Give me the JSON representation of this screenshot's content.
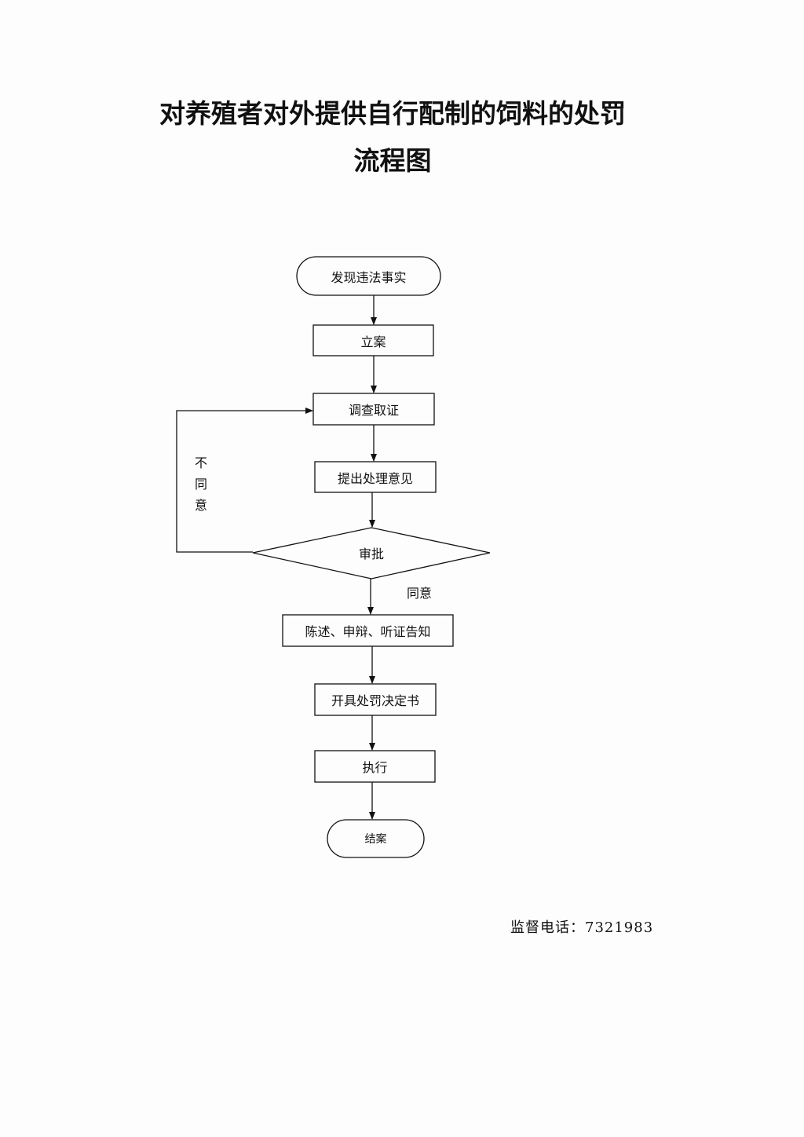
{
  "title": {
    "line1": "对养殖者对外提供自行配制的饲料的处罚",
    "line2": "流程图"
  },
  "flow": {
    "start": "发现违法事实",
    "file_case": "立案",
    "investigate": "调查取证",
    "propose": "提出处理意见",
    "approve": "审批",
    "notify": "陈述、申辩、听证告知",
    "decision": "开具处罚决定书",
    "execute": "执行",
    "end": "结案",
    "disagree_label": "不同意",
    "agree_label": "同意"
  },
  "footer": {
    "phone": "监督电话：7321983"
  }
}
